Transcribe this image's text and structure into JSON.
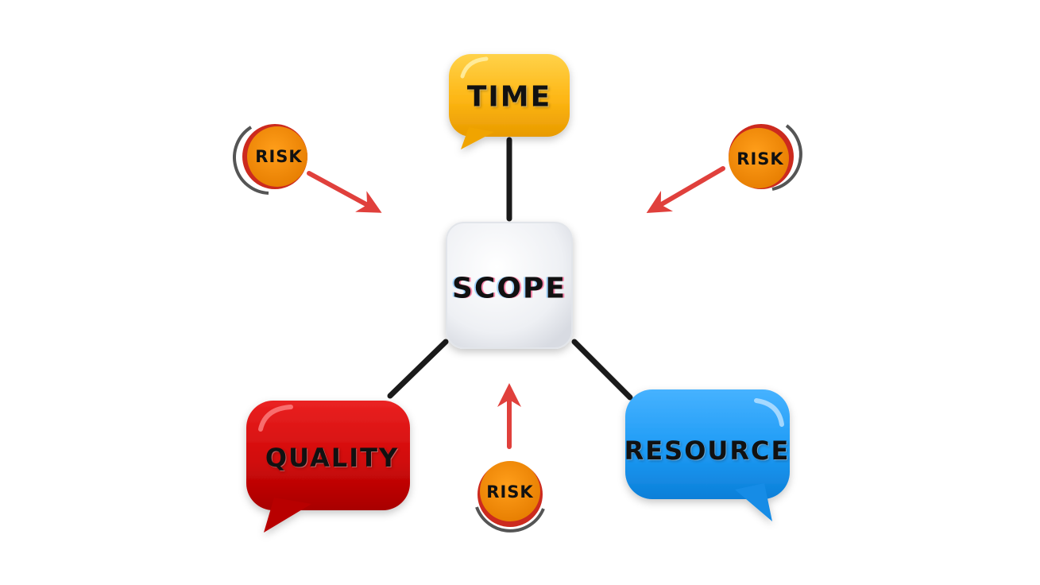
{
  "diagram": {
    "center": {
      "label": "SCOPE",
      "color": "#eef0f4"
    },
    "nodes": {
      "time": {
        "label": "TIME",
        "color": "#fdb614"
      },
      "quality": {
        "label": "QUALITY",
        "color": "#d10a0a"
      },
      "resource": {
        "label": "RESOURCE",
        "color": "#1e9bf5"
      }
    },
    "risks": {
      "top_left": {
        "label": "RISK"
      },
      "top_right": {
        "label": "RISK"
      },
      "bottom": {
        "label": "RISK"
      }
    },
    "colors": {
      "risk_fill": "#ef8a00",
      "risk_ring": "#cc2a1e",
      "arrow": "#e0403c",
      "connector": "#1a1a1a"
    }
  }
}
